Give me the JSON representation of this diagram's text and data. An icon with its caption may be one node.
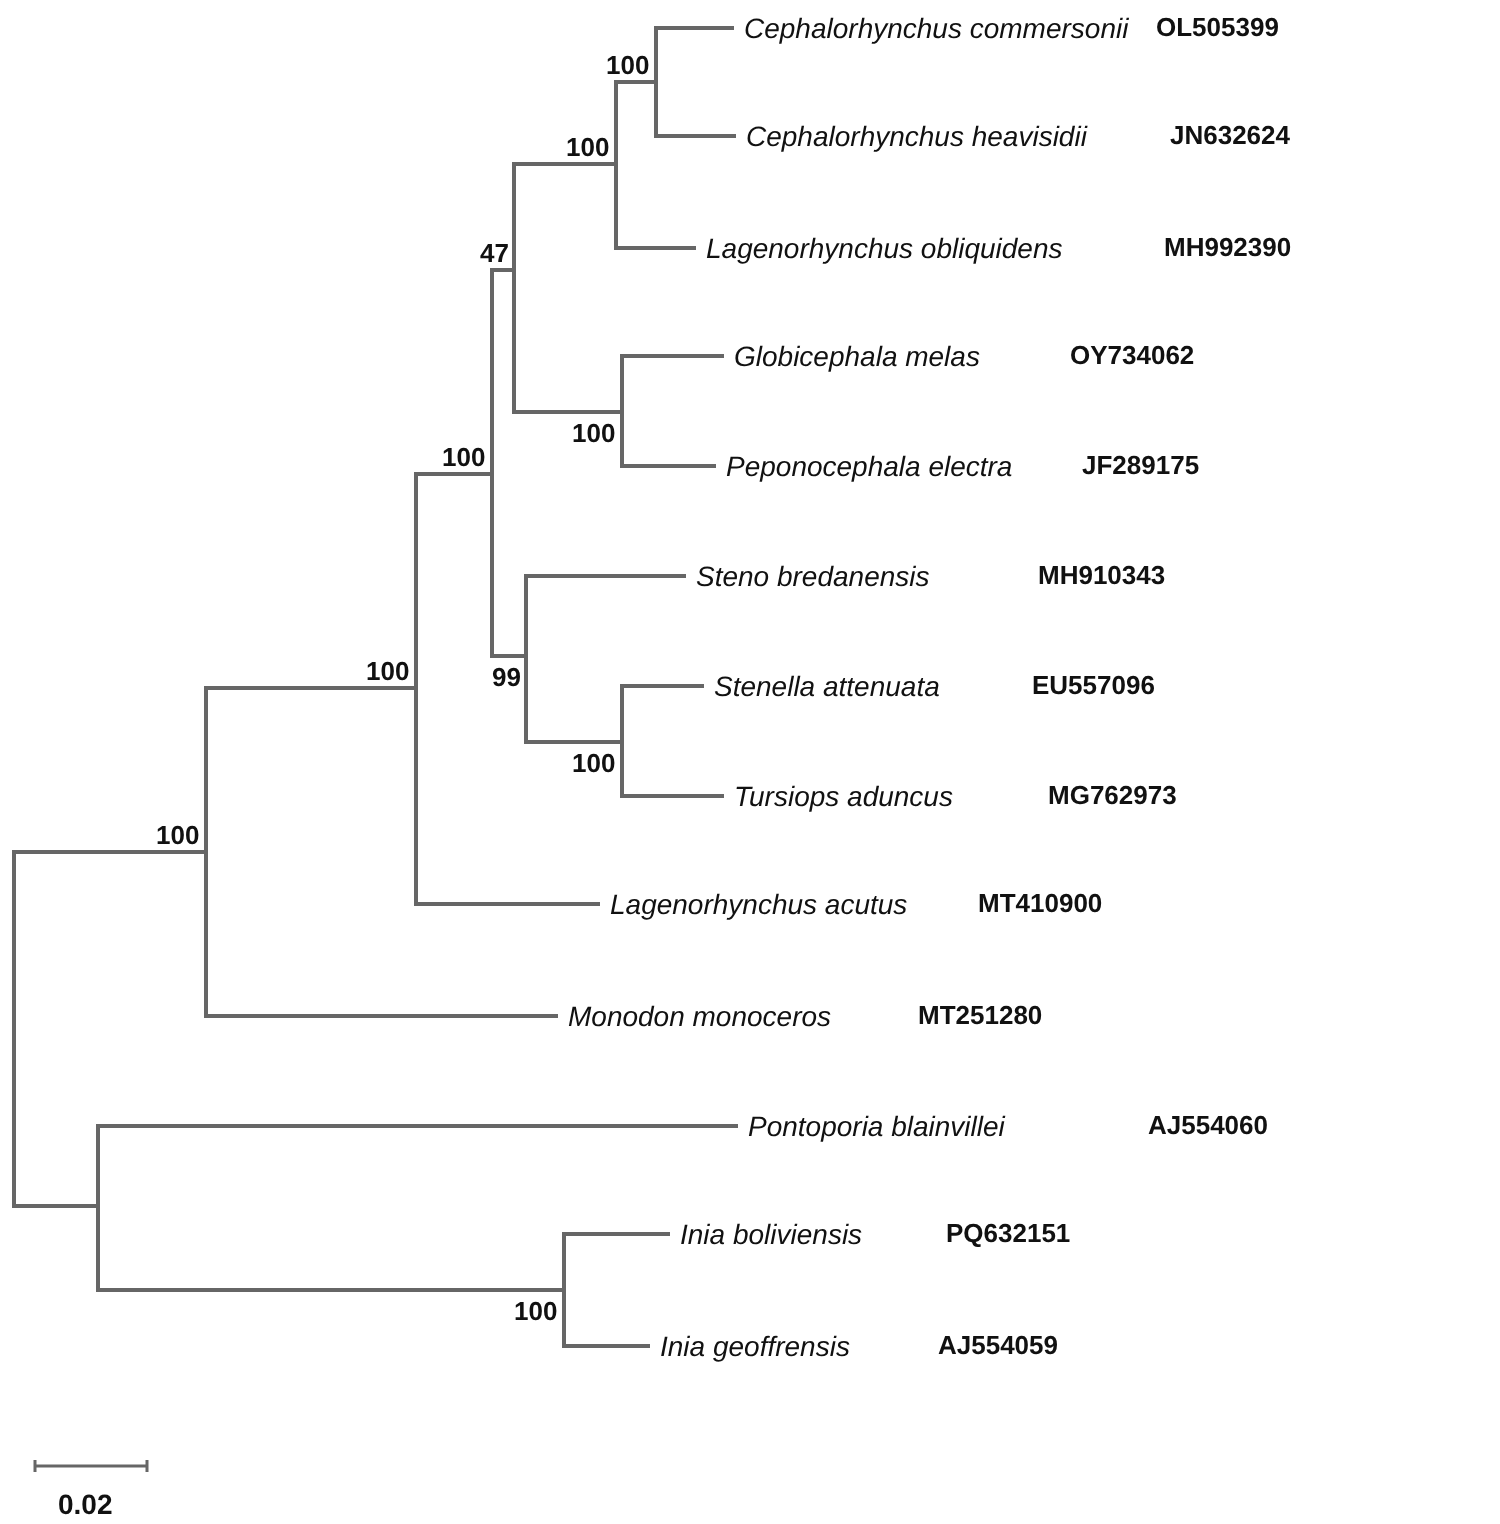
{
  "diagram": {
    "nodes": [
      {
        "text": [],
        "shape": "bar"
      },
      {
        "text": [],
        "shape": "bar",
        "beside": [
          "100"
        ]
      },
      {
        "text": [],
        "shape": "bar",
        "beside": [
          "100"
        ]
      },
      {
        "text": [],
        "shape": "bar",
        "beside": [
          "100"
        ]
      },
      {
        "text": [],
        "shape": "bar",
        "beside": [
          "47"
        ]
      },
      {
        "text": [],
        "shape": "bar",
        "beside": [
          "100"
        ]
      },
      {
        "text": [],
        "shape": "bar",
        "beside": [
          "100"
        ]
      },
      {
        "text": [
          "Cephalorhynchus commersonii",
          "OL505399"
        ]
      },
      {
        "text": [
          "Cephalorhynchus heavisidii",
          "JN632624"
        ]
      },
      {
        "text": [
          "Lagenorhynchus obliquidens",
          "MH992390"
        ]
      },
      {
        "text": [],
        "shape": "bar",
        "beside": [
          "100"
        ]
      },
      {
        "text": [
          "Globicephala melas",
          "OY734062"
        ]
      },
      {
        "text": [
          "Peponocephala electra",
          "JF289175"
        ]
      },
      {
        "text": [],
        "shape": "bar",
        "beside": [
          "99"
        ]
      },
      {
        "text": [
          "Steno bredanensis",
          "MH910343"
        ]
      },
      {
        "text": [],
        "shape": "bar",
        "beside": [
          "100"
        ]
      },
      {
        "text": [
          "Stenella attenuata",
          "EU557096"
        ]
      },
      {
        "text": [
          "Tursiops aduncus",
          "MG762973"
        ]
      },
      {
        "text": [
          "Lagenorhynchus acutus",
          "MT410900"
        ]
      },
      {
        "text": [
          "Monodon monoceros",
          "MT251280"
        ]
      },
      {
        "text": [],
        "shape": "bar"
      },
      {
        "text": [
          "Pontoporia blainvillei",
          "AJ554060"
        ]
      },
      {
        "text": [],
        "shape": "bar",
        "beside": [
          "100"
        ]
      },
      {
        "text": [
          "Inia boliviensis",
          "PQ632151"
        ]
      },
      {
        "text": [
          "Inia geoffrensis",
          "AJ554059"
        ]
      }
    ],
    "edges": [
      {
        "from": 0,
        "to": 1,
        "arrow": "none"
      },
      {
        "from": 0,
        "to": 20,
        "arrow": "none"
      },
      {
        "from": 1,
        "to": 2,
        "arrow": "none"
      },
      {
        "from": 1,
        "to": 19,
        "arrow": "none"
      },
      {
        "from": 2,
        "to": 3,
        "arrow": "none"
      },
      {
        "from": 2,
        "to": 18,
        "arrow": "none"
      },
      {
        "from": 3,
        "to": 4,
        "arrow": "none"
      },
      {
        "from": 3,
        "to": 13,
        "arrow": "none"
      },
      {
        "from": 4,
        "to": 5,
        "arrow": "none"
      },
      {
        "from": 4,
        "to": 10,
        "arrow": "none"
      },
      {
        "from": 5,
        "to": 6,
        "arrow": "none"
      },
      {
        "from": 5,
        "to": 9,
        "arrow": "none"
      },
      {
        "from": 6,
        "to": 7,
        "arrow": "none"
      },
      {
        "from": 6,
        "to": 8,
        "arrow": "none"
      },
      {
        "from": 10,
        "to": 11,
        "arrow": "none"
      },
      {
        "from": 10,
        "to": 12,
        "arrow": "none"
      },
      {
        "from": 13,
        "to": 14,
        "arrow": "none"
      },
      {
        "from": 13,
        "to": 15,
        "arrow": "none"
      },
      {
        "from": 15,
        "to": 16,
        "arrow": "none"
      },
      {
        "from": 15,
        "to": 17,
        "arrow": "none"
      },
      {
        "from": 20,
        "to": 21,
        "arrow": "none"
      },
      {
        "from": 20,
        "to": 22,
        "arrow": "none"
      },
      {
        "from": 22,
        "to": 23,
        "arrow": "none"
      },
      {
        "from": 22,
        "to": 24,
        "arrow": "none"
      }
    ],
    "labels": [
      "0.02"
    ]
  }
}
